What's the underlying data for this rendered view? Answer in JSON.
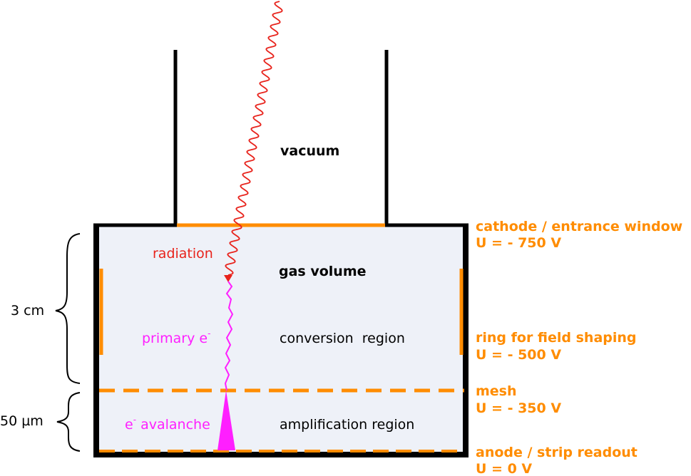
{
  "labels": {
    "vacuum": "vacuum",
    "gas_volume": "gas volume",
    "radiation": "radiation",
    "primary_electron": "primary e",
    "primary_electron_sup": "-",
    "conversion_region": "conversion  region",
    "avalanche_sup": "-",
    "avalanche": " avalanche",
    "amplification_region": "amplification region",
    "height_conversion": "3 cm",
    "height_amplification": "50 µm"
  },
  "electrodes": {
    "cathode_name": "cathode / entrance window",
    "cathode_voltage": "U = - 750 V",
    "ring_name": "ring for field shaping",
    "ring_voltage": "U = - 500 V",
    "mesh_name": "mesh",
    "mesh_voltage": "U = - 350 V",
    "anode_name": "anode / strip readout",
    "anode_voltage": "U = 0 V"
  },
  "colors": {
    "frame": "#000000",
    "gas_fill": "#eef1f8",
    "electrode": "#ff8c00",
    "radiation": "#e8231c",
    "electron": "#ff1fff"
  }
}
